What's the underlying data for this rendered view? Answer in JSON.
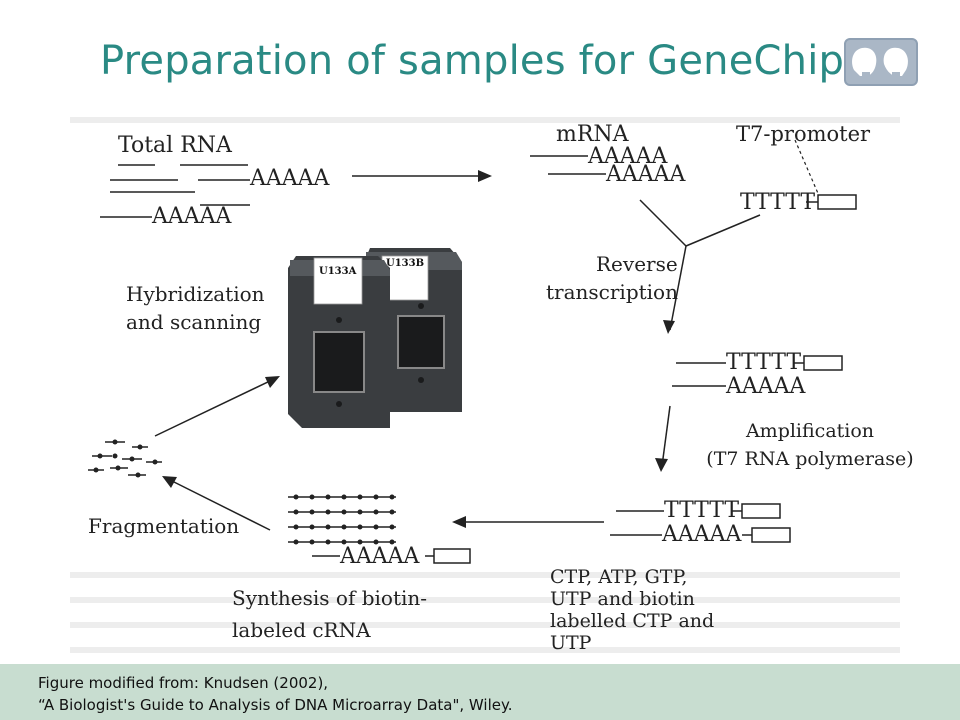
{
  "slide": {
    "title": "Preparation of samples for GeneChip"
  },
  "diagram": {
    "total_rna_label": "Total RNA",
    "aaaaa": "AAAAA",
    "ttttt": "TTTTT",
    "mrna_label": "mRNA",
    "t7_promoter_label": "T7-promoter",
    "reverse_transcription_label": [
      "Reverse",
      "transcription"
    ],
    "hybridization_label": [
      "Hybridization",
      "and scanning"
    ],
    "fragmentation_label": "Fragmentation",
    "synthesis_label": [
      "Synthesis of biotin-",
      "labeled cRNA"
    ],
    "ntp_label": [
      "CTP, ATP, GTP,",
      "UTP and biotin",
      "labelled CTP and",
      "UTP"
    ],
    "amplification_label": [
      "Amplification",
      "(T7 RNA polymerase)"
    ],
    "chip_a_label": "U133A",
    "chip_b_label": "U133B"
  },
  "footer": {
    "line1": "Figure modified from: Knudsen (2002),",
    "line2": "“A Biologist's Guide to Analysis of DNA Microarray Data\", Wiley."
  },
  "colors": {
    "title": "#2a8a84",
    "footer_bg": "#c8ddd0",
    "chip_body": "#3a3d40"
  }
}
